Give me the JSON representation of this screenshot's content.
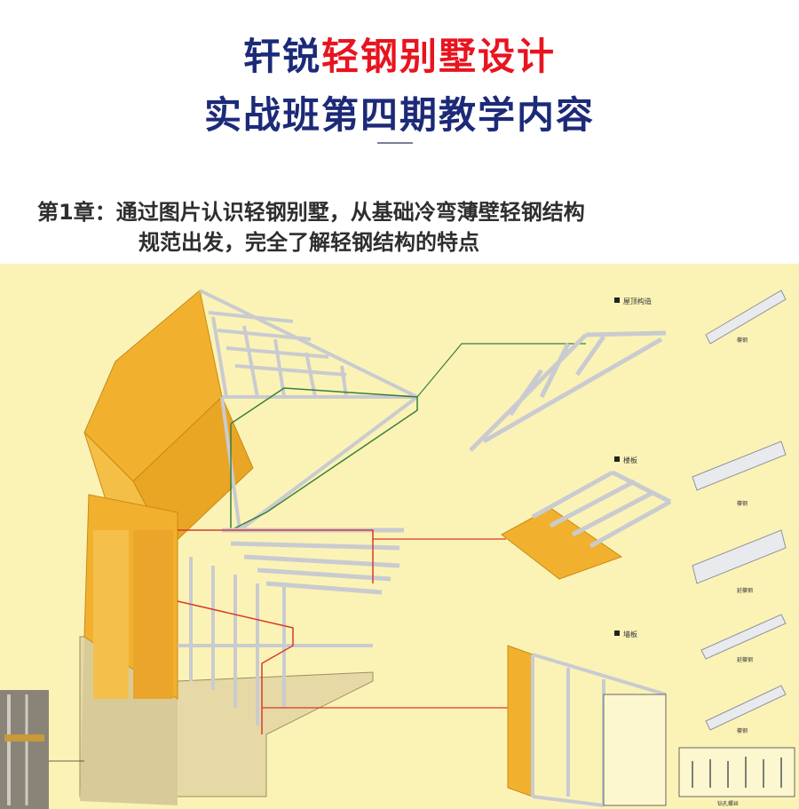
{
  "header": {
    "title_prefix": "轩锐",
    "title_highlight": "轻钢别墅设计",
    "subtitle": "实战班第四期教学内容"
  },
  "chapter": {
    "label": "第1章：",
    "line1": "通过图片认识轻钢别墅，从基础冷弯薄壁轻钢结构",
    "line2": "规范出发，完全了解轻钢结构的特点"
  },
  "figure": {
    "callouts": {
      "roof": "屋顶构造",
      "floor": "楼板",
      "wall": "墙板"
    },
    "part_labels": [
      "檩钢",
      "檩钢",
      "延檩钢",
      "延檩钢",
      "檩钢",
      "钻孔螺丝"
    ]
  },
  "colors": {
    "title_blue": "#1c2a78",
    "title_red": "#e8141f",
    "background_yellow": "#fbf3b6",
    "panel_orange": "#f1b12e",
    "callout_green": "#3a7f3a",
    "callout_red": "#d83a2a"
  }
}
